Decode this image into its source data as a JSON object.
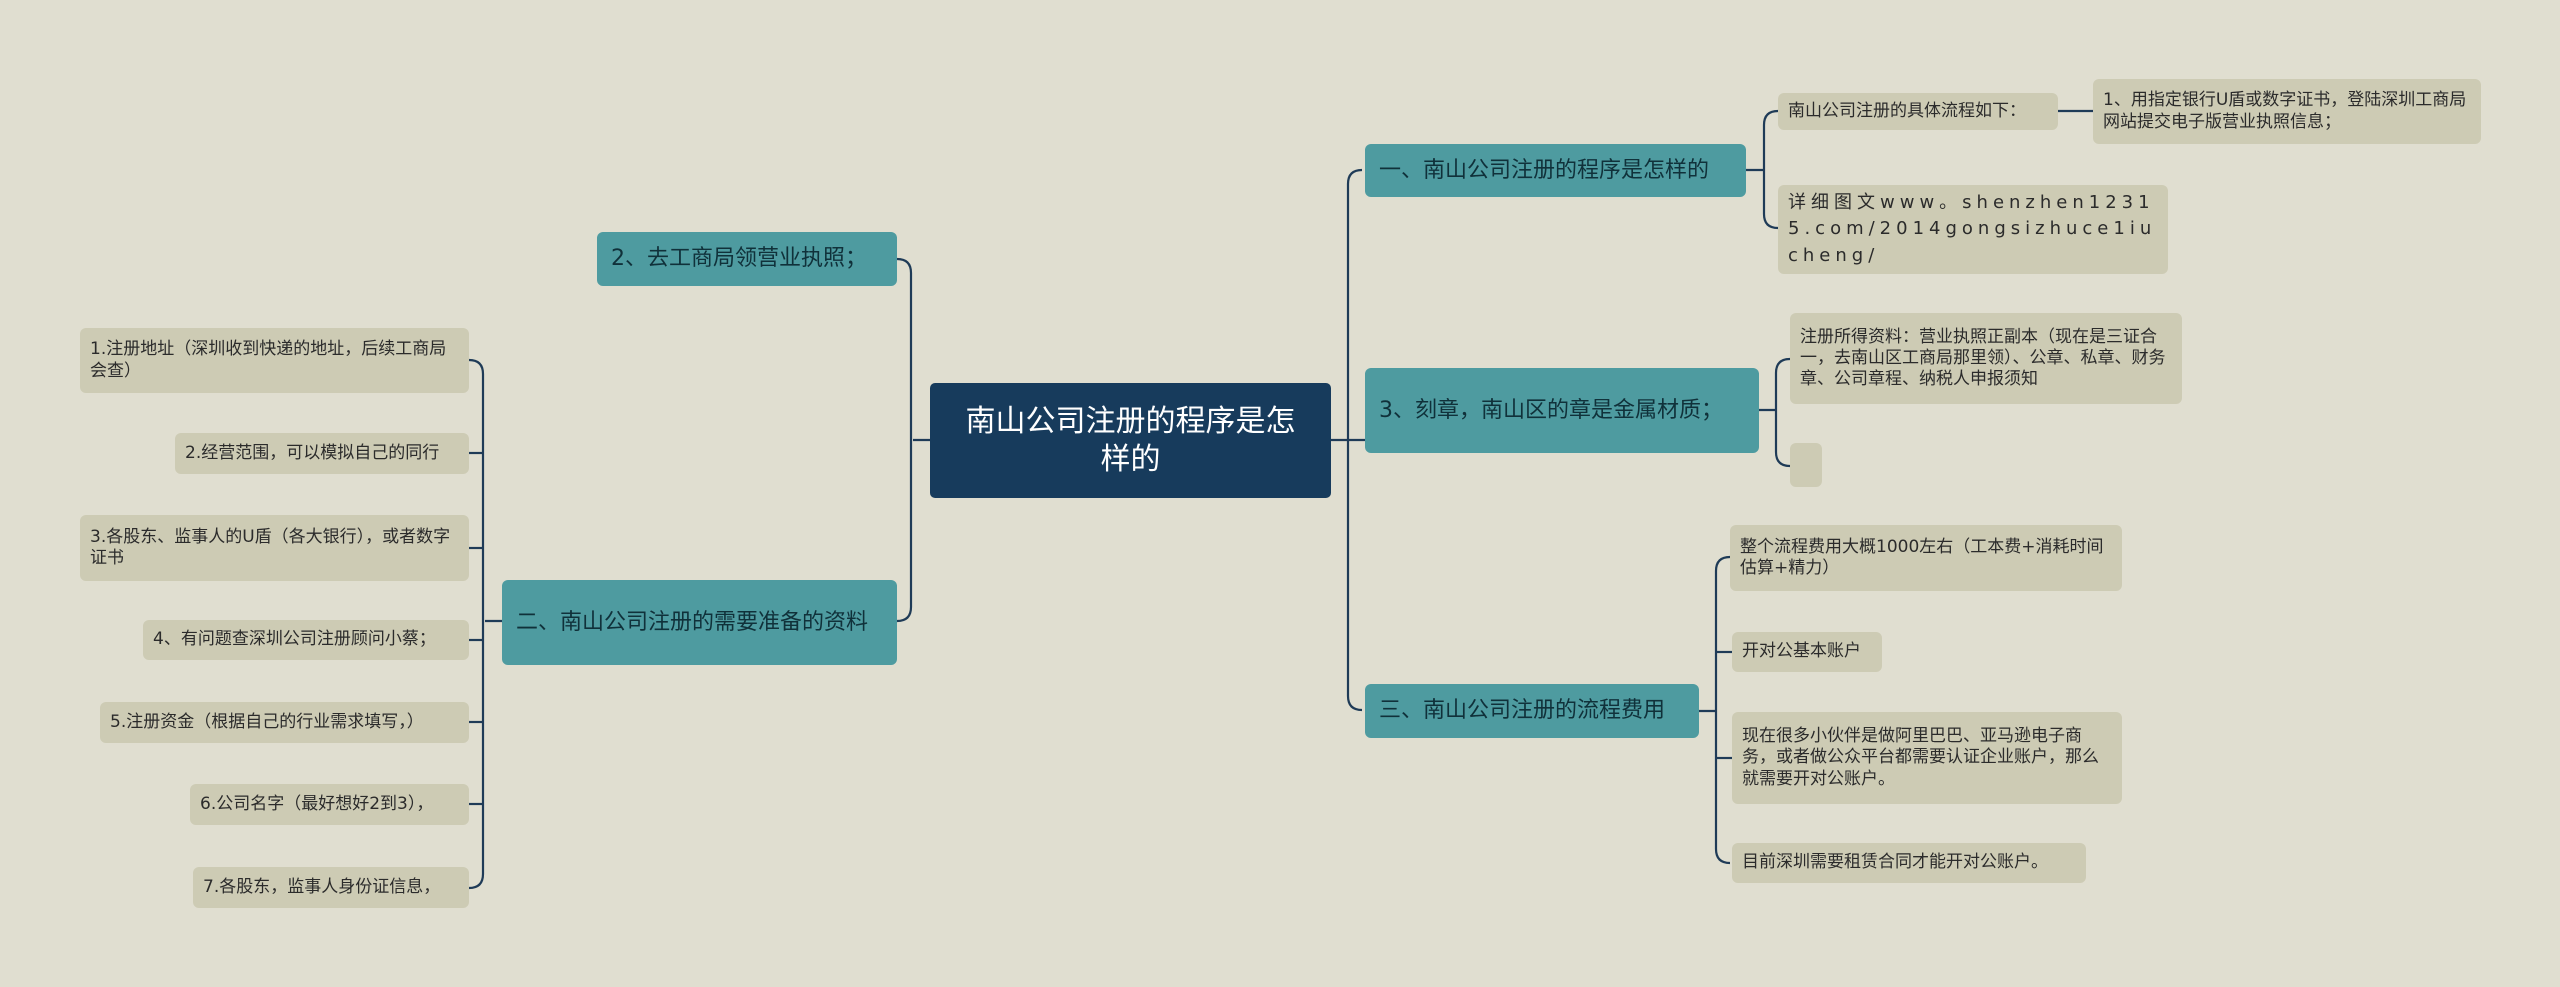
{
  "root": {
    "text": "南山公司注册的程序是怎样的"
  },
  "right": [
    {
      "label": "一、南山公司注册的程序是怎样的",
      "children": [
        {
          "text": "南山公司注册的具体流程如下：",
          "children": [
            {
              "text": "1、用指定银行U盾或数字证书，登陆深圳工商局网站提交电子版营业执照信息；"
            }
          ]
        },
        {
          "text": "详细图文www。shenzhen12315.com/2014gongsizhuce1iucheng/"
        }
      ]
    },
    {
      "label": "3、刻章，南山区的章是金属材质；",
      "children": [
        {
          "text": "注册所得资料：营业执照正副本（现在是三证合一，去南山区工商局那里领）、公章、私章、财务章、公司章程、纳税人申报须知"
        },
        {
          "text": ""
        }
      ]
    },
    {
      "label": "三、南山公司注册的流程费用",
      "children": [
        {
          "text": "整个流程费用大概1000左右（工本费+消耗时间估算+精力）"
        },
        {
          "text": "开对公基本账户"
        },
        {
          "text": "现在很多小伙伴是做阿里巴巴、亚马逊电子商务，或者做公众平台都需要认证企业账户，那么就需要开对公账户。"
        },
        {
          "text": "目前深圳需要租赁合同才能开对公账户。"
        }
      ]
    }
  ],
  "left": [
    {
      "label": "2、去工商局领营业执照；",
      "children": []
    },
    {
      "label": "二、南山公司注册的需要准备的资料",
      "children": [
        {
          "text": "1.注册地址（深圳收到快递的地址，后续工商局会查）"
        },
        {
          "text": "2.经营范围，可以模拟自己的同行"
        },
        {
          "text": "3.各股东、监事人的U盾（各大银行），或者数字证书"
        },
        {
          "text": "4、有问题查深圳公司注册顾问小蔡；"
        },
        {
          "text": "5.注册资金（根据自己的行业需求填写，）"
        },
        {
          "text": "6.公司名字（最好想好2到3），"
        },
        {
          "text": "7.各股东，监事人身份证信息，"
        }
      ]
    }
  ]
}
